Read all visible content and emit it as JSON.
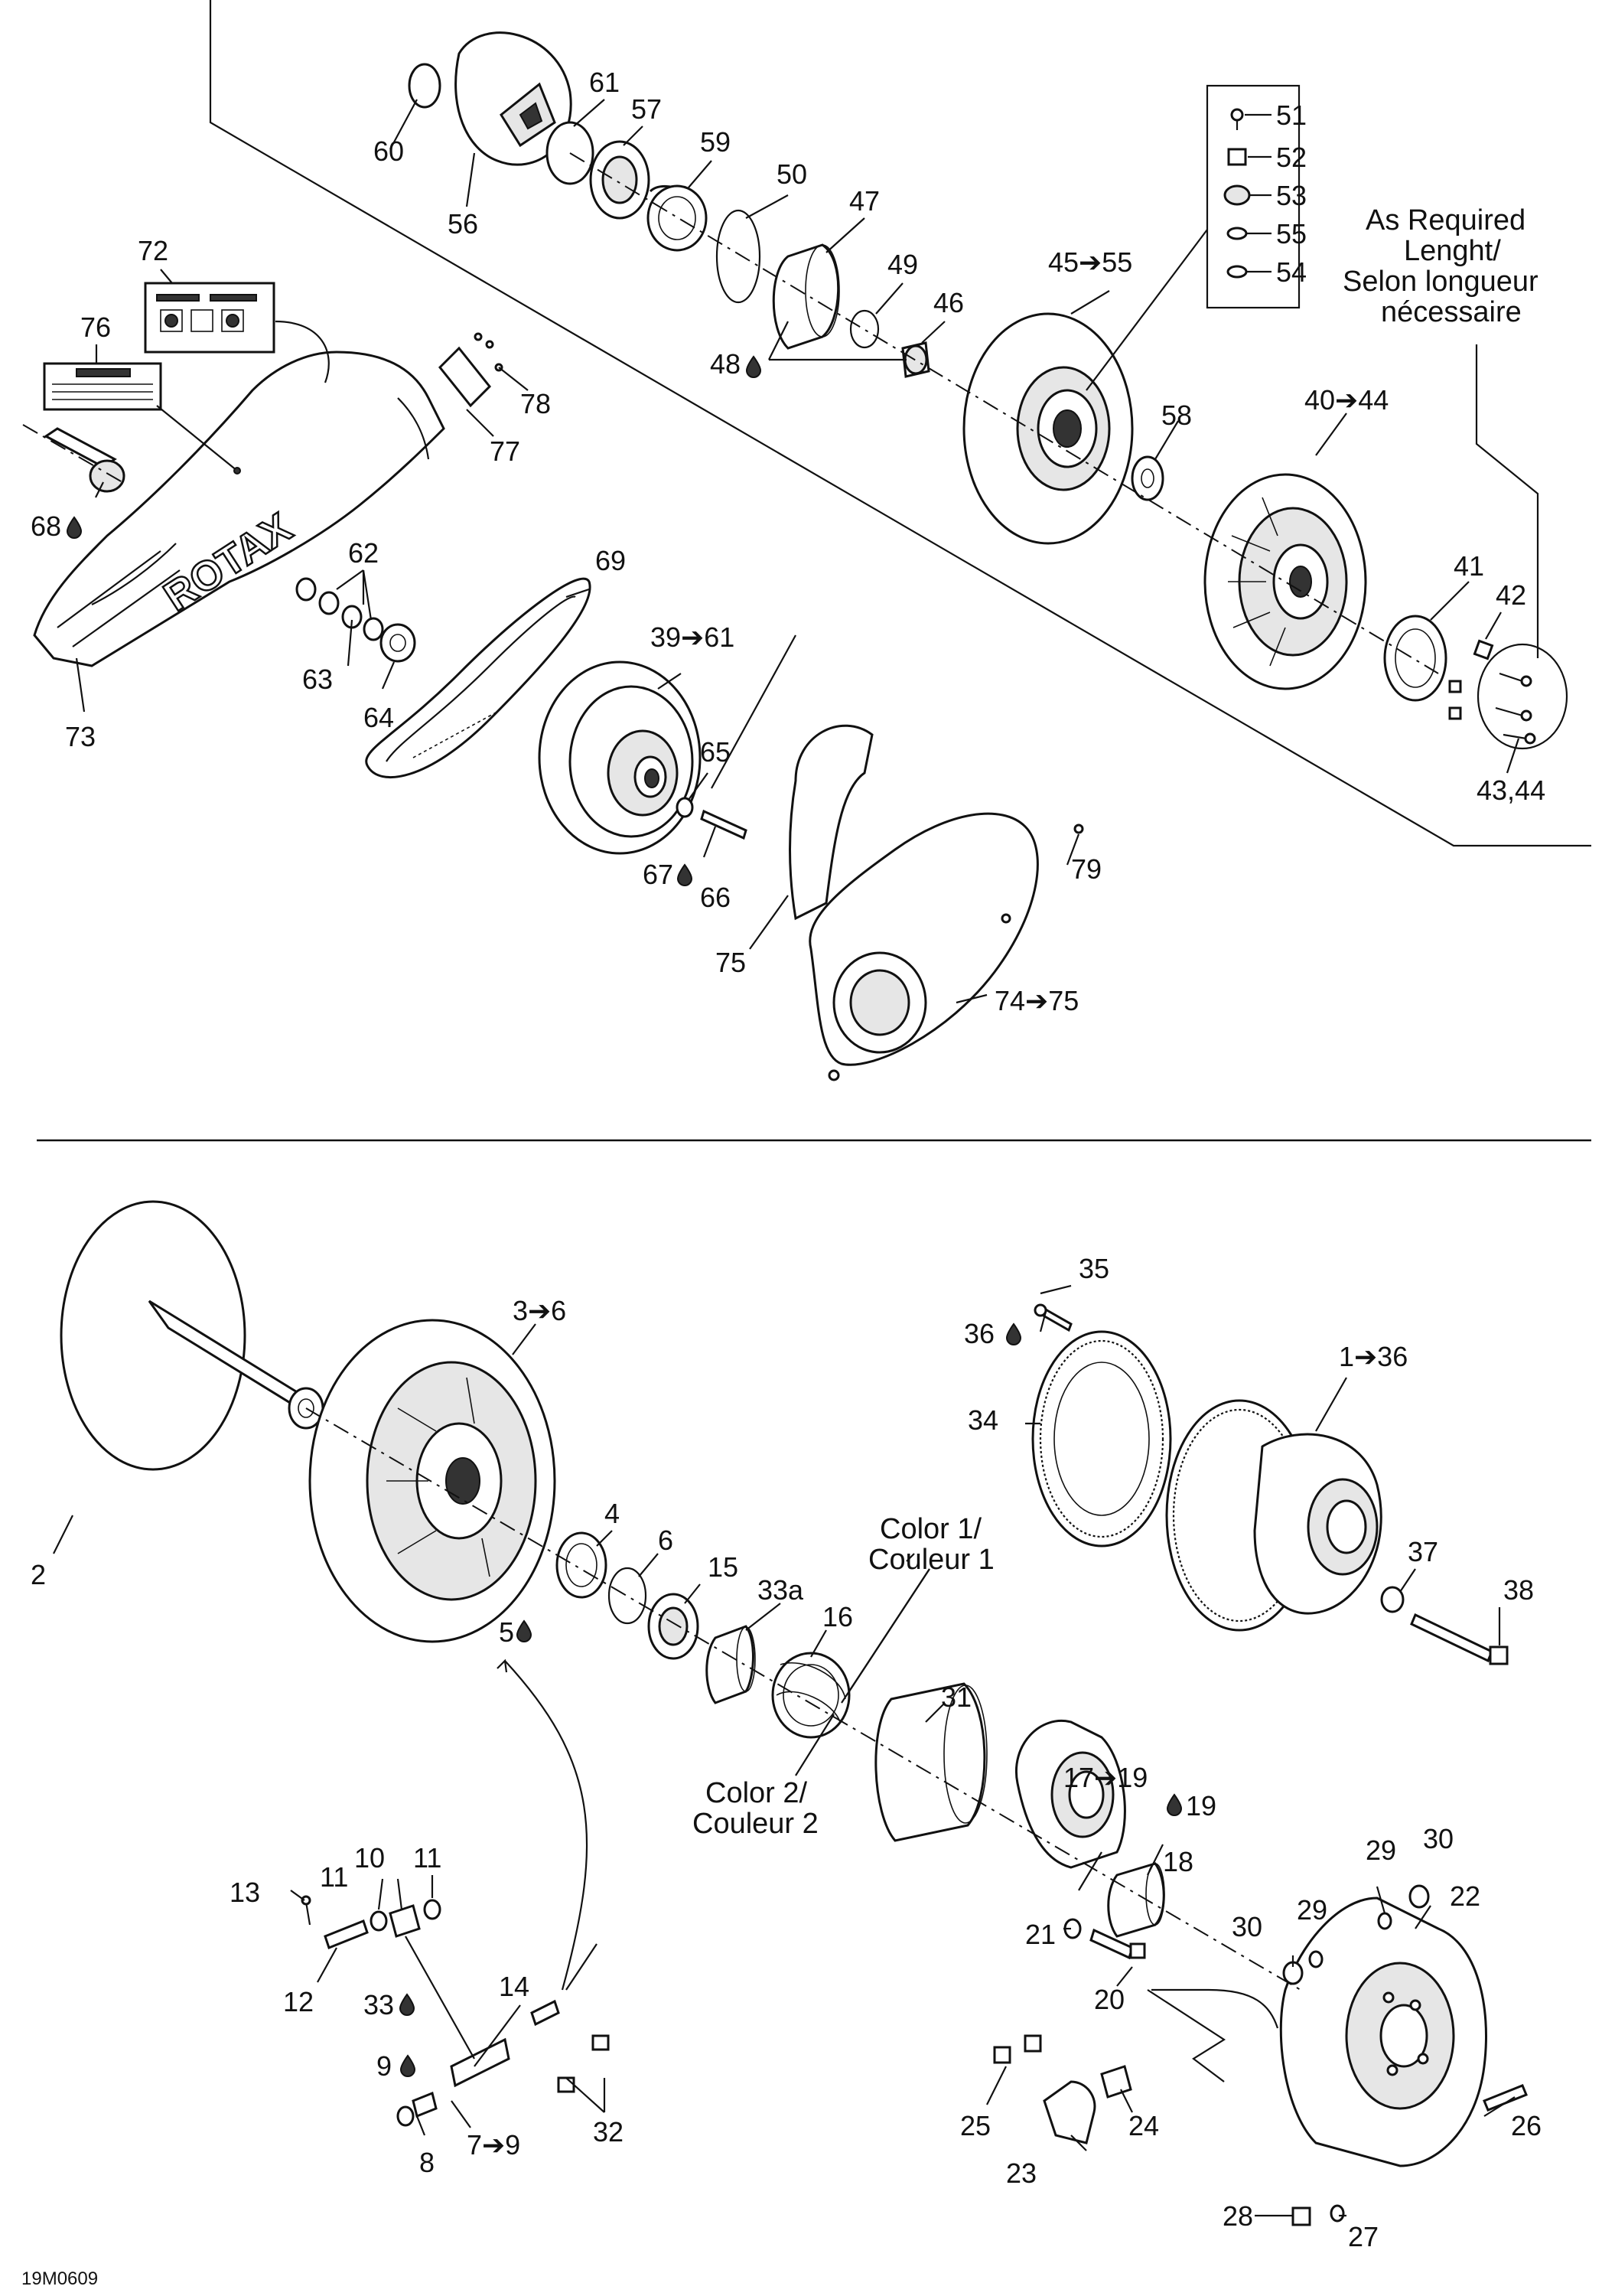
{
  "labels": {
    "l1_36": "1➔36",
    "l2": "2",
    "l3_6": "3➔6",
    "l4": "4",
    "l5": "5",
    "l6": "6",
    "l7_9": "7➔9",
    "l8": "8",
    "l9": "9",
    "l10": "10",
    "l11a": "11",
    "l11b": "11",
    "l12": "12",
    "l13": "13",
    "l14": "14",
    "l15": "15",
    "l16": "16",
    "l17_19": "17➔19",
    "l18": "18",
    "l19": "19",
    "l20": "20",
    "l21": "21",
    "l22": "22",
    "l23": "23",
    "l24": "24",
    "l25": "25",
    "l26": "26",
    "l27": "27",
    "l28": "28",
    "l29a": "29",
    "l29b": "29",
    "l30a": "30",
    "l30b": "30",
    "l31": "31",
    "l32": "32",
    "l33": "33",
    "l33a": "33a",
    "l34": "34",
    "l35": "35",
    "l36": "36",
    "l37": "37",
    "l38": "38",
    "l39_61": "39➔61",
    "l40_44": "40➔44",
    "l41": "41",
    "l42": "42",
    "l43_44": "43,44",
    "l45_55": "45➔55",
    "l46": "46",
    "l47": "47",
    "l48": "48",
    "l49": "49",
    "l50": "50",
    "l51": "51",
    "l52": "52",
    "l53": "53",
    "l54": "54",
    "l55": "55",
    "l56": "56",
    "l57": "57",
    "l58": "58",
    "l59": "59",
    "l60": "60",
    "l61": "61",
    "l62": "62",
    "l63": "63",
    "l64": "64",
    "l65": "65",
    "l66": "66",
    "l67": "67",
    "l68": "68",
    "l69": "69",
    "l72": "72",
    "l73": "73",
    "l74_75": "74➔75",
    "l75": "75",
    "l76": "76",
    "l77": "77",
    "l78": "78",
    "l79": "79"
  },
  "notes": {
    "required_1": "As Required",
    "required_2": "Lenght/",
    "required_3": "Selon longueur",
    "required_4": "nécessaire",
    "color1_1": "Color 1/",
    "color1_2": "Couleur 1",
    "color2_1": "Color 2/",
    "color2_2": "Couleur 2"
  },
  "cover_brand": "ROTAX",
  "drawing_code": "19M0609"
}
